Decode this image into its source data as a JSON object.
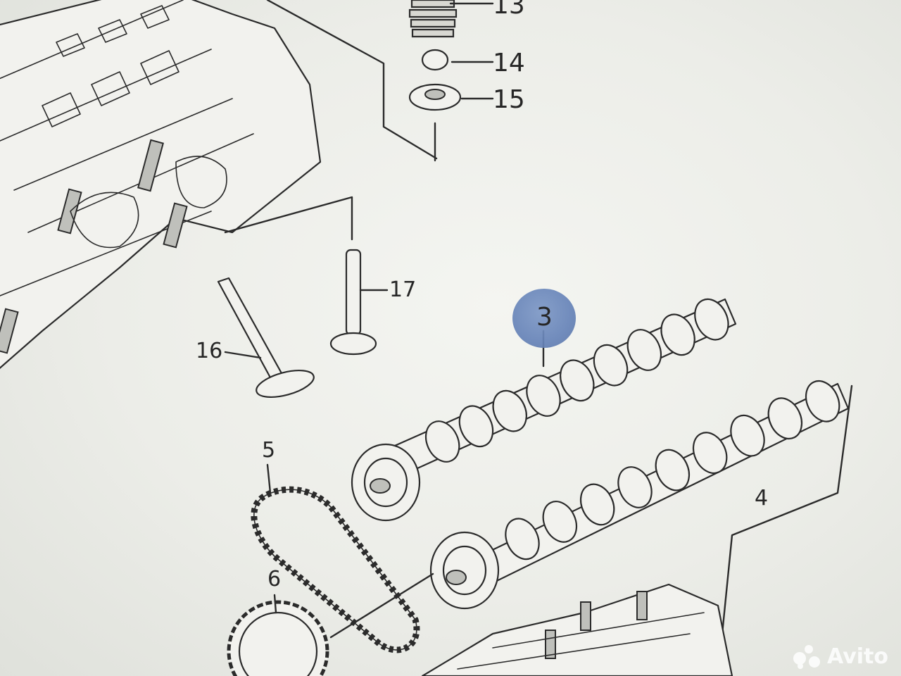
{
  "diagram": {
    "callouts": [
      {
        "id": "13",
        "text": "13"
      },
      {
        "id": "14",
        "text": "14"
      },
      {
        "id": "15",
        "text": "15"
      },
      {
        "id": "17",
        "text": "17"
      },
      {
        "id": "16",
        "text": "16"
      },
      {
        "id": "3",
        "text": "3"
      },
      {
        "id": "5",
        "text": "5"
      },
      {
        "id": "4",
        "text": "4"
      },
      {
        "id": "6",
        "text": "6"
      }
    ],
    "highlighted_callout": "3",
    "highlight_color": "#6a86ba"
  },
  "watermark": {
    "brand": "Avito",
    "logo_colors": [
      "#ffffff"
    ]
  }
}
